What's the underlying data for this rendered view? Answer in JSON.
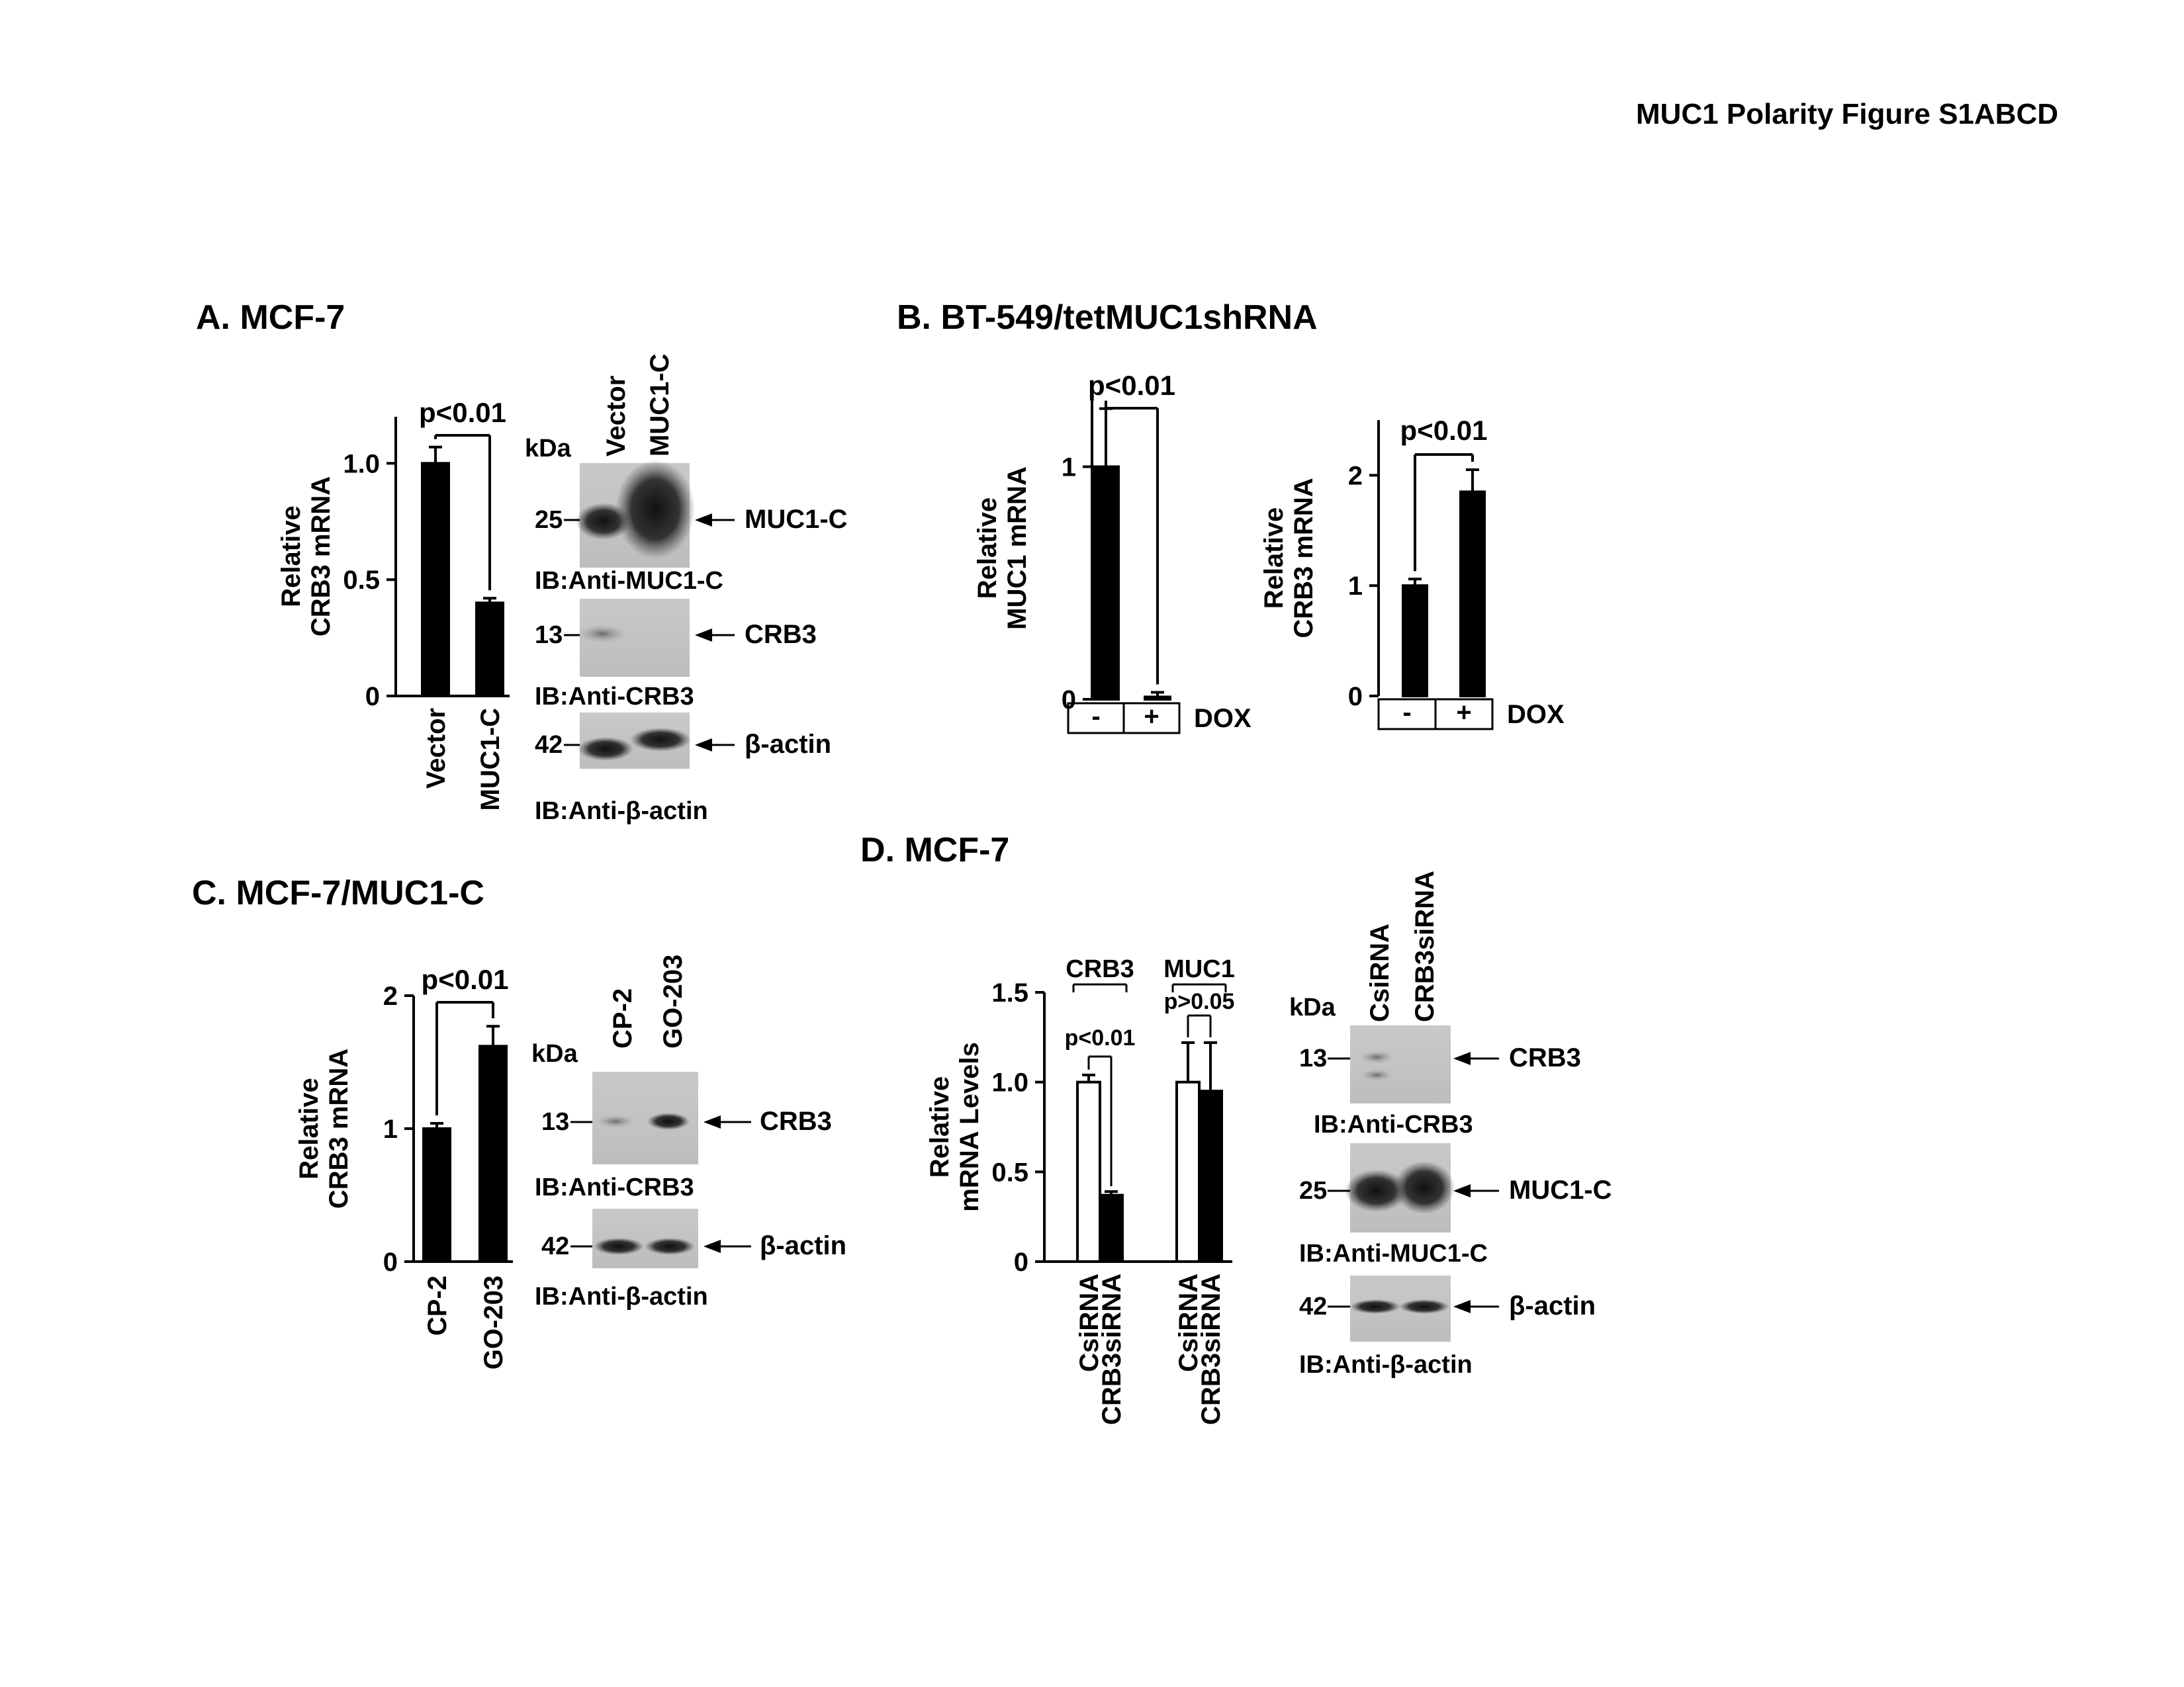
{
  "figure_title": "MUC1 Polarity Figure S1ABCD",
  "panels": {
    "A": {
      "heading": "A.  MCF-7",
      "blot": {
        "lanes": [
          "Vector",
          "MUC1-C"
        ],
        "kda": "kDa",
        "rows": [
          {
            "marker": "25",
            "target": "MUC1-C",
            "ib": "IB:Anti-MUC1-C"
          },
          {
            "marker": "13",
            "target": "CRB3",
            "ib": "IB:Anti-CRB3"
          },
          {
            "marker": "42",
            "target": "β-actin",
            "ib": "IB:Anti-β-actin"
          }
        ]
      }
    },
    "B": {
      "heading": "B.  BT-549/tetMUC1shRNA",
      "treatment": {
        "minus": "-",
        "plus": "+",
        "label": "DOX"
      }
    },
    "C": {
      "heading": "C.  MCF-7/MUC1-C",
      "blot": {
        "lanes": [
          "CP-2",
          "GO-203"
        ],
        "kda": "kDa",
        "rows": [
          {
            "marker": "13",
            "target": "CRB3",
            "ib": "IB:Anti-CRB3"
          },
          {
            "marker": "42",
            "target": "β-actin",
            "ib": "IB:Anti-β-actin"
          }
        ]
      }
    },
    "D": {
      "heading": "D.  MCF-7",
      "groups": [
        "CRB3",
        "MUC1"
      ],
      "blot": {
        "lanes": [
          "CsiRNA",
          "CRB3siRNA"
        ],
        "kda": "kDa",
        "rows": [
          {
            "marker": "13",
            "target": "CRB3",
            "ib": "IB:Anti-CRB3"
          },
          {
            "marker": "25",
            "target": "MUC1-C",
            "ib": "IB:Anti-MUC1-C"
          },
          {
            "marker": "42",
            "target": "β-actin",
            "ib": "IB:Anti-β-actin"
          }
        ]
      }
    }
  },
  "chart_data": [
    {
      "id": "A",
      "type": "bar",
      "categories": [
        "Vector",
        "MUC1-C"
      ],
      "values": [
        1.0,
        0.4
      ],
      "errors": [
        0.07,
        0.02
      ],
      "ylabel": [
        "Relative",
        "CRB3 mRNA"
      ],
      "ylim": [
        0,
        1.2
      ],
      "ticks": [
        0,
        0.5,
        1.0
      ],
      "tick_labels": [
        "0",
        "0.5",
        "1.0"
      ],
      "pvalue": "p<0.01",
      "bar_color": "#000000",
      "x_labels_rotated": true
    },
    {
      "id": "B1",
      "type": "bar",
      "categories": [
        "-",
        "+"
      ],
      "values": [
        1.0,
        0.01
      ],
      "errors": [
        0.25,
        0.02
      ],
      "ylabel": [
        "Relative",
        "MUC1 mRNA"
      ],
      "ylim": [
        0,
        1.3
      ],
      "ticks": [
        0,
        1
      ],
      "tick_labels": [
        "0",
        "1"
      ],
      "pvalue": "p<0.01",
      "bar_color": "#000000",
      "treatment_label": "DOX"
    },
    {
      "id": "B2",
      "type": "bar",
      "categories": [
        "-",
        "+"
      ],
      "values": [
        1.0,
        1.85
      ],
      "errors": [
        0.06,
        0.2
      ],
      "ylabel": [
        "Relative",
        "CRB3 mRNA"
      ],
      "ylim": [
        0,
        2.5
      ],
      "ticks": [
        0,
        1,
        2
      ],
      "tick_labels": [
        "0",
        "1",
        "2"
      ],
      "pvalue": "p<0.01",
      "bar_color": "#000000",
      "treatment_label": "DOX"
    },
    {
      "id": "C",
      "type": "bar",
      "categories": [
        "CP-2",
        "GO-203"
      ],
      "values": [
        1.0,
        1.62
      ],
      "errors": [
        0.04,
        0.15
      ],
      "ylabel": [
        "Relative",
        "CRB3 mRNA"
      ],
      "ylim": [
        0,
        2
      ],
      "ticks": [
        0,
        1,
        2
      ],
      "tick_labels": [
        "0",
        "1",
        "2"
      ],
      "pvalue": "p<0.01",
      "bar_color": "#000000",
      "x_labels_rotated": true
    },
    {
      "id": "D",
      "type": "bar",
      "categories": [
        "CsiRNA",
        "CRB3siRNA",
        "CsiRNA",
        "CRB3siRNA"
      ],
      "values": [
        1.0,
        0.37,
        1.0,
        0.95
      ],
      "errors": [
        0.04,
        0.02,
        0.22,
        0.27
      ],
      "fills": [
        "#ffffff",
        "#000000",
        "#ffffff",
        "#000000"
      ],
      "ylabel": [
        "Relative",
        "mRNA Levels"
      ],
      "ylim": [
        0,
        1.5
      ],
      "ticks": [
        0,
        0.5,
        1.0,
        1.5
      ],
      "tick_labels": [
        "0",
        "0.5",
        "1.0",
        "1.5"
      ],
      "groups": [
        "CRB3",
        "MUC1"
      ],
      "pvalues": [
        "p<0.01",
        "p>0.05"
      ],
      "x_labels_rotated": true
    }
  ]
}
